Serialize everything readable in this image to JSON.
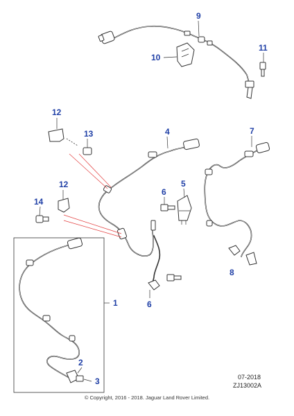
{
  "callouts": [
    {
      "id": "c1",
      "label": "1"
    },
    {
      "id": "c2",
      "label": "2"
    },
    {
      "id": "c3",
      "label": "3"
    },
    {
      "id": "c4",
      "label": "4"
    },
    {
      "id": "c5",
      "label": "5"
    },
    {
      "id": "c6a",
      "label": "6"
    },
    {
      "id": "c6b",
      "label": "6"
    },
    {
      "id": "c7",
      "label": "7"
    },
    {
      "id": "c8",
      "label": "8"
    },
    {
      "id": "c9",
      "label": "9"
    },
    {
      "id": "c10",
      "label": "10"
    },
    {
      "id": "c11",
      "label": "11"
    },
    {
      "id": "c12a",
      "label": "12"
    },
    {
      "id": "c12b",
      "label": "12"
    },
    {
      "id": "c13",
      "label": "13"
    },
    {
      "id": "c14",
      "label": "14"
    }
  ],
  "meta": {
    "date": "07-2018",
    "reference": "ZJ13002A",
    "copyright": "© Copyright, 2016 - 2018. Jaguar Land Rover Limited."
  },
  "colors": {
    "callout": "#1f3fa6",
    "line": "#333333",
    "red_leader": "#e23c3c"
  }
}
